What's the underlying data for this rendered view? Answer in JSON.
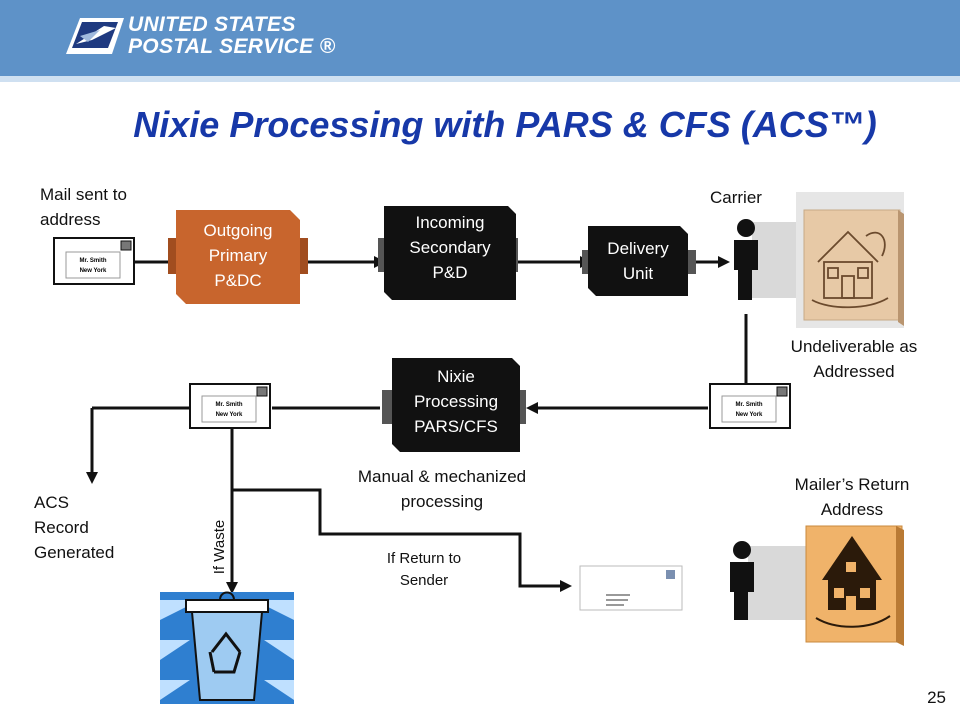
{
  "header": {
    "brand_line1": "UNITED STATES",
    "brand_line2": "POSTAL SERVICE ®"
  },
  "title": "Nixie Processing with PARS & CFS (ACS™)",
  "labels": {
    "mail_sent": "Mail sent to\naddress",
    "carrier": "Carrier",
    "undeliverable": "Undeliverable as\nAddressed",
    "manual_mech": "Manual & mechanized\nprocessing",
    "mailers_return": "Mailer’s Return\nAddress",
    "acs_record": "ACS\nRecord\nGenerated",
    "if_waste": "If Waste",
    "if_return": "If Return to\nSender"
  },
  "boxes": {
    "outgoing": "Outgoing\nPrimary\nP&DC",
    "incoming": "Incoming\nSecondary\nP&D",
    "delivery": "Delivery\nUnit",
    "nixie": "Nixie\nProcessing\nPARS/CFS"
  },
  "envelope": {
    "name": "Mr. Smith",
    "city": "New York"
  },
  "colors": {
    "header": "#5e92c8",
    "title": "#1738a8",
    "outgoing_box": "#c8652d",
    "dark_box": "#111111",
    "house_bg": "#e7c9a6",
    "house_bg2": "#f0b36a",
    "recycle_blue": "#2f7fd0"
  },
  "page_number": "25"
}
